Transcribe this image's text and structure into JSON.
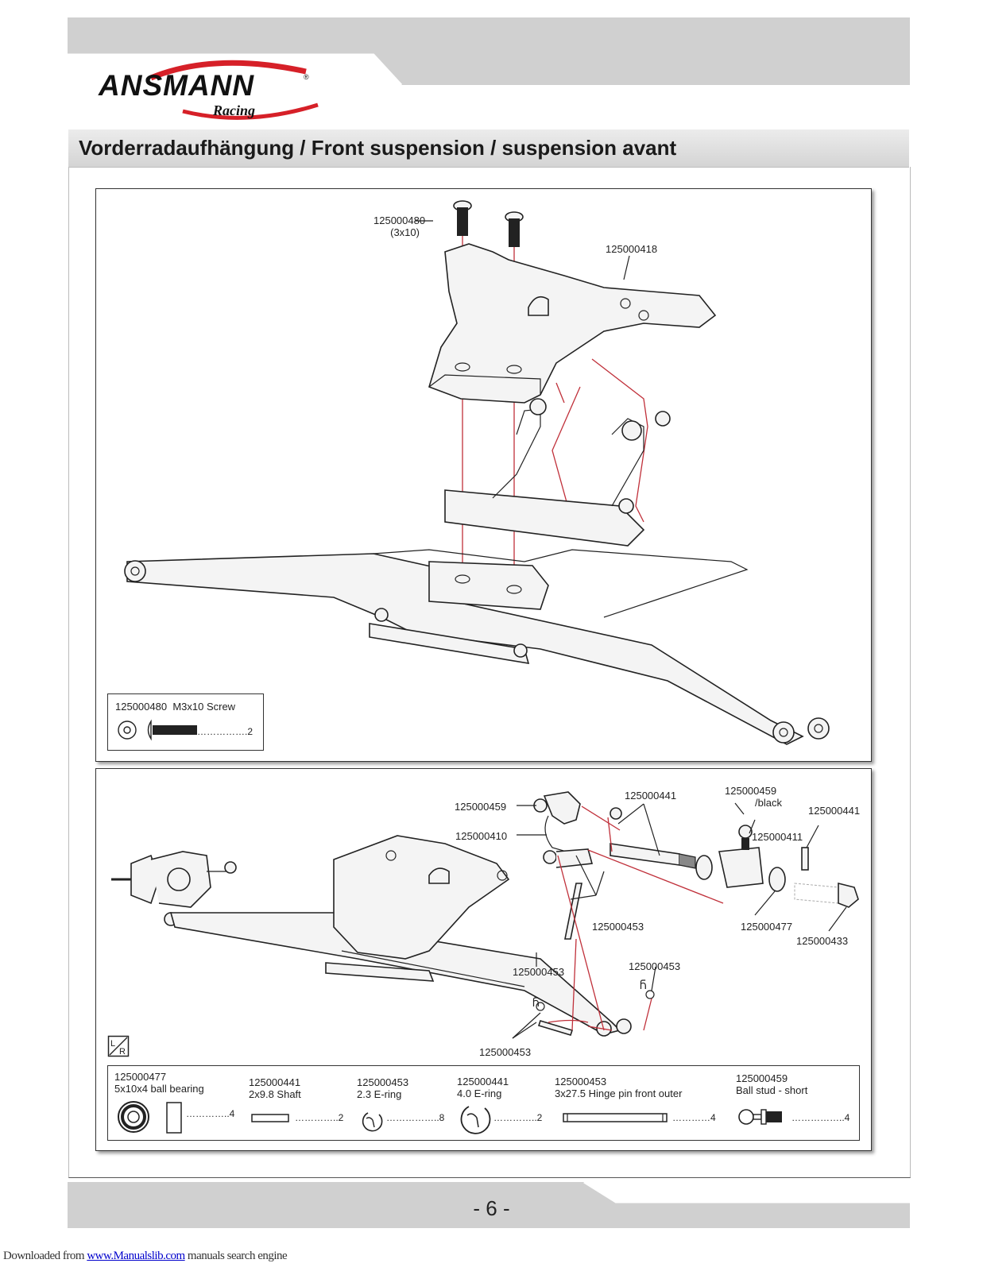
{
  "brand": {
    "logo_main": "ANSMANN",
    "logo_sub": "RACING"
  },
  "section_title": "Vorderradaufhängung / Front suspension / suspension avant",
  "panel1": {
    "callouts": [
      {
        "part": "125000480",
        "size": "(3x10)"
      },
      {
        "part": "125000418"
      }
    ],
    "legend": {
      "part": "125000480",
      "desc": "M3x10 Screw",
      "qty": "2"
    }
  },
  "panel2": {
    "callouts": {
      "c459_left": "125000459",
      "c410": "125000410",
      "c441_top": "125000441",
      "c459_black": "125000459",
      "c459_black_note": "black",
      "c441_right": "125000441",
      "c411": "125000411",
      "c453_a": "125000453",
      "c477": "125000477",
      "c433": "125000433",
      "c453_b": "125000453",
      "c453_c": "125000453",
      "c453_d": "125000453"
    },
    "legend": [
      {
        "part": "125000477",
        "desc": "5x10x4 ball bearing",
        "qty": "4"
      },
      {
        "part": "125000441",
        "desc": "2x9.8 Shaft",
        "qty": "2"
      },
      {
        "part": "125000453",
        "desc": "2.3 E-ring",
        "qty": "8"
      },
      {
        "part": "125000441",
        "desc": "4.0 E-ring",
        "qty": "2"
      },
      {
        "part": "125000453",
        "desc": "3x27.5 Hinge pin front outer",
        "qty": "4"
      },
      {
        "part": "125000459",
        "desc": "Ball stud - short",
        "qty": "4"
      }
    ],
    "lr_icon": "L/R"
  },
  "page_number": "- 6 -",
  "download_note": {
    "prefix": "Downloaded from ",
    "link": "www.Manualslib.com",
    "suffix": " manuals search engine"
  }
}
